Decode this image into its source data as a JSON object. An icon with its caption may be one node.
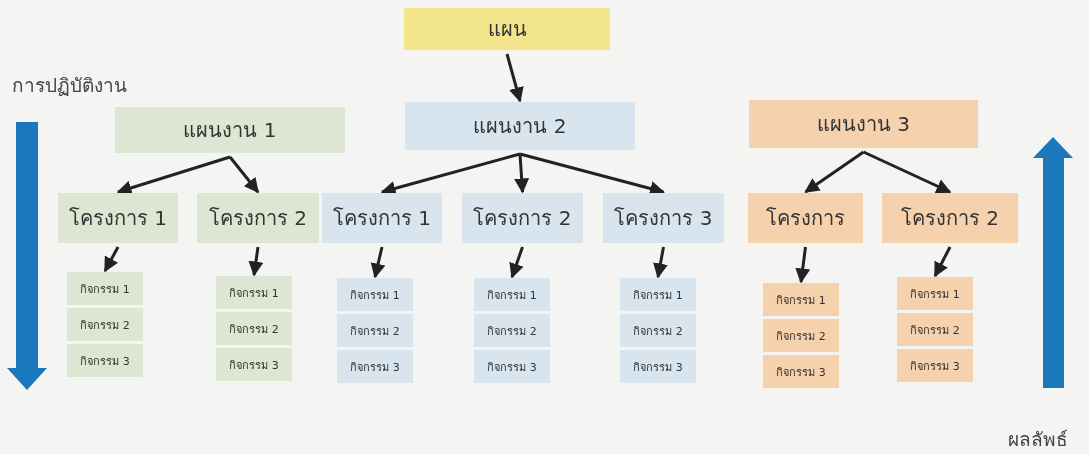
{
  "diagram": {
    "nodes": [
      {
        "text": [
          "แผน"
        ]
      },
      {
        "text": [
          "แผนงาน 1"
        ]
      },
      {
        "text": [
          "แผนงาน 2"
        ]
      },
      {
        "text": [
          "แผนงาน 3"
        ]
      },
      {
        "text": [
          "โครงการ 1"
        ]
      },
      {
        "text": [
          "โครงการ 2"
        ]
      },
      {
        "text": [
          "โครงการ 1"
        ]
      },
      {
        "text": [
          "โครงการ 2"
        ]
      },
      {
        "text": [
          "โครงการ 3"
        ]
      },
      {
        "text": [
          "โครงการ"
        ]
      },
      {
        "text": [
          "โครงการ 2"
        ]
      },
      {
        "text": [
          "กิจกรรม 1"
        ]
      },
      {
        "text": [
          "กิจกรรม 2"
        ]
      },
      {
        "text": [
          "กิจกรรม 3"
        ]
      },
      {
        "text": [
          "กิจกรรม 1"
        ]
      },
      {
        "text": [
          "กิจกรรม 2"
        ]
      },
      {
        "text": [
          "กิจกรรม 3"
        ]
      },
      {
        "text": [
          "กิจกรรม 1"
        ]
      },
      {
        "text": [
          "กิจกรรม 2"
        ]
      },
      {
        "text": [
          "กิจกรรม 3"
        ]
      },
      {
        "text": [
          "กิจกรรม 1"
        ]
      },
      {
        "text": [
          "กิจกรรม 2"
        ]
      },
      {
        "text": [
          "กิจกรรม 3"
        ]
      },
      {
        "text": [
          "กิจกรรม 1"
        ]
      },
      {
        "text": [
          "กิจกรรม 2"
        ]
      },
      {
        "text": [
          "กิจกรรม 3"
        ]
      },
      {
        "text": [
          "กิจกรรม 1"
        ]
      },
      {
        "text": [
          "กิจกรรม 2"
        ]
      },
      {
        "text": [
          "กิจกรรม 3"
        ]
      },
      {
        "text": [
          "กิจกรรม 1"
        ]
      },
      {
        "text": [
          "กิจกรรม 2"
        ]
      },
      {
        "text": [
          "กิจกรรม 3"
        ]
      }
    ],
    "edges": [
      {
        "from": 0,
        "to": 2,
        "arrow": "to"
      },
      {
        "from": 1,
        "to": 4,
        "arrow": "to"
      },
      {
        "from": 1,
        "to": 5,
        "arrow": "to"
      },
      {
        "from": 2,
        "to": 6,
        "arrow": "to"
      },
      {
        "from": 2,
        "to": 7,
        "arrow": "to"
      },
      {
        "from": 2,
        "to": 8,
        "arrow": "to"
      },
      {
        "from": 3,
        "to": 9,
        "arrow": "to"
      },
      {
        "from": 3,
        "to": 10,
        "arrow": "to"
      },
      {
        "from": 4,
        "to": 11,
        "arrow": "to"
      },
      {
        "from": 5,
        "to": 14,
        "arrow": "to"
      },
      {
        "from": 6,
        "to": 17,
        "arrow": "to"
      },
      {
        "from": 7,
        "to": 20,
        "arrow": "to"
      },
      {
        "from": 8,
        "to": 23,
        "arrow": "to"
      },
      {
        "from": 9,
        "to": 26,
        "arrow": "to"
      },
      {
        "from": 10,
        "to": 29,
        "arrow": "to"
      }
    ],
    "labels": [
      "การปฏิบัติงาน",
      "ผลลัพธ์"
    ]
  }
}
